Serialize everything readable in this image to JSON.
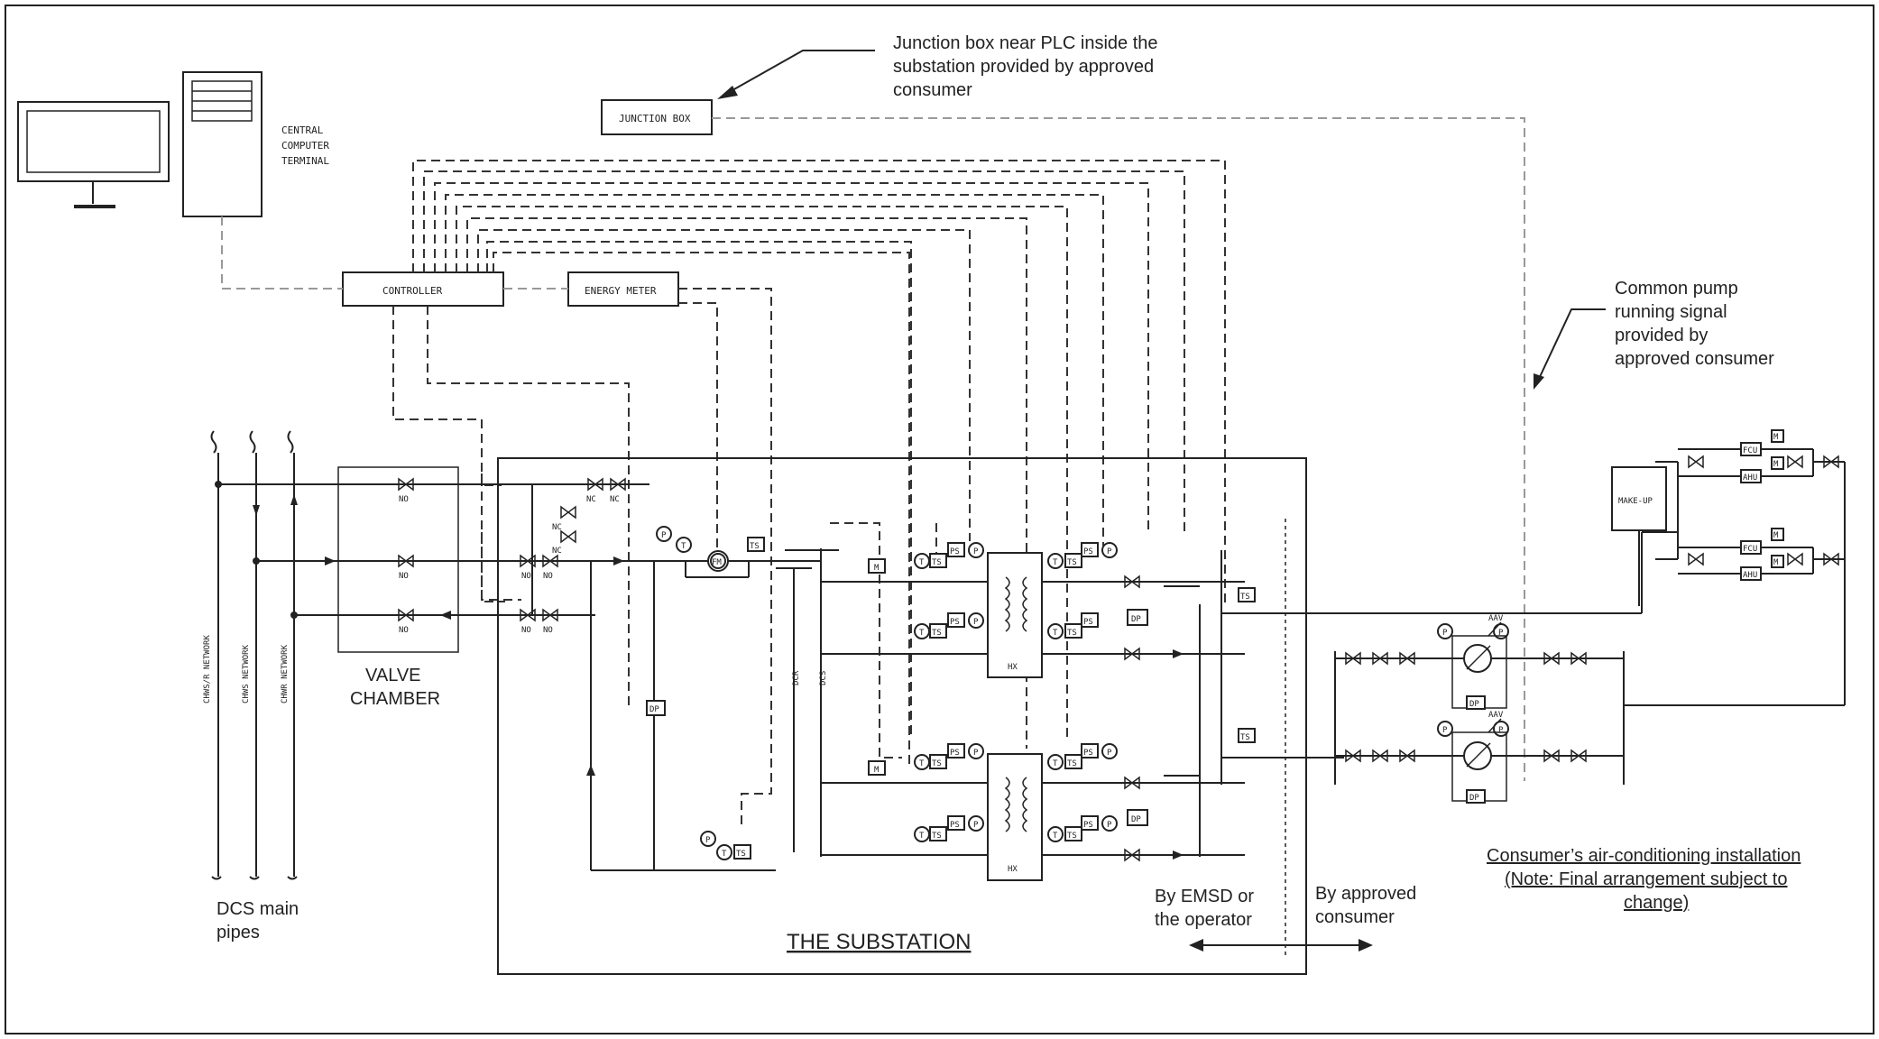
{
  "annotations": {
    "junction_note": [
      "Junction box near PLC inside the",
      "substation provided by approved",
      "consumer"
    ],
    "pump_note": [
      "Common pump",
      "running signal",
      "provided by",
      "approved consumer"
    ],
    "central_computer": [
      "CENTRAL",
      "COMPUTER",
      "TERMINAL"
    ],
    "dcs_main_pipes": [
      "DCS main",
      "pipes"
    ],
    "valve_chamber": [
      "VALVE",
      "CHAMBER"
    ],
    "substation_title": "THE SUBSTATION",
    "by_emsd": [
      "By  EMSD  or",
      "the operator"
    ],
    "by_consumer": [
      "By  approved",
      "consumer"
    ],
    "consumer_installation": [
      "Consumer’s air-conditioning installation",
      "(Note: Final arrangement subject to",
      "change)"
    ]
  },
  "components": {
    "junction_box": "JUNCTION BOX",
    "controller": "CONTROLLER",
    "energy_meter": "ENERGY METER",
    "make_up": "MAKE-UP",
    "hx": "HX",
    "fcu": "FCU",
    "ahu": "AHU",
    "dp": "DP",
    "ts": "TS",
    "ps": "PS",
    "fm": "FM",
    "t": "T",
    "p": "P",
    "m": "M",
    "aav": "AAV",
    "no": "NO",
    "nc": "NC",
    "dcr": "DCR",
    "dcs": "DCS"
  },
  "network_labels": [
    "CHWS/R NETWORK",
    "CHWS NETWORK",
    "CHWR NETWORK"
  ]
}
